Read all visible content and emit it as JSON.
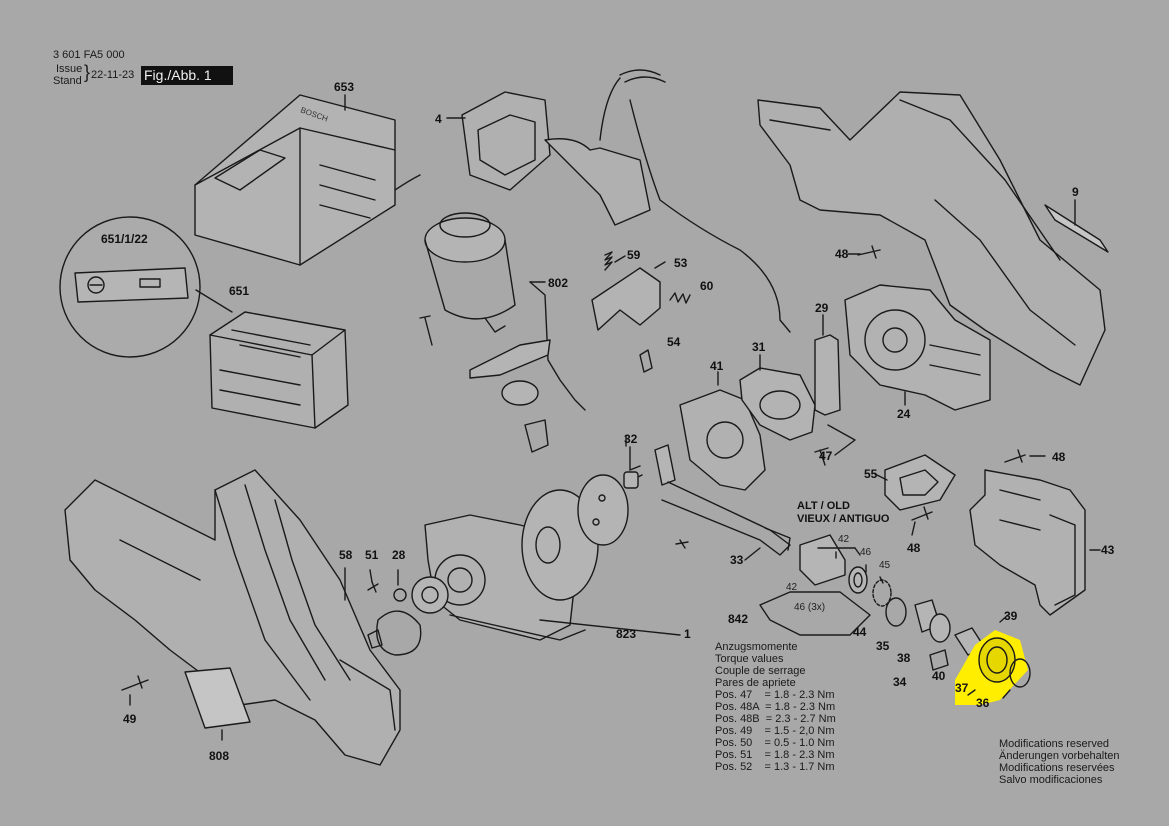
{
  "header": {
    "doc_number": "3 601 FA5 000",
    "issue_label": "Issue",
    "stand_label": "Stand",
    "date": "22-11-23",
    "figure_label": "Fig./Abb. 1"
  },
  "callouts": {
    "p653": "653",
    "p4": "4",
    "p9": "9",
    "p651_1_22": "651/1/22",
    "p651": "651",
    "p802": "802",
    "p59": "59",
    "p53": "53",
    "p60": "60",
    "p54": "54",
    "p48_top": "48",
    "p29": "29",
    "p41": "41",
    "p31": "31",
    "p24": "24",
    "p47": "47",
    "p32": "32",
    "p55": "55",
    "p48_right": "48",
    "p48_mid": "48",
    "p43": "43",
    "p33": "33",
    "p58": "58",
    "p51": "51",
    "p28": "28",
    "p842": "842",
    "p823": "823",
    "p1": "1",
    "p44": "44",
    "p35": "35",
    "p38": "38",
    "p39": "39",
    "p40": "40",
    "p34": "34",
    "p37": "37",
    "p36": "36",
    "p49": "49",
    "p808": "808"
  },
  "small_labels": {
    "l42_top": "42",
    "l46_top": "46",
    "l45": "45",
    "l42_bottom": "42",
    "l46_3x": "46 (3x)"
  },
  "alt_old": {
    "line1": "ALT / OLD",
    "line2": "VIEUX / ANTIGUO"
  },
  "torque": {
    "title_de": "Anzugsmomente",
    "title_en": "Torque values",
    "title_fr": "Couple de serrage",
    "title_es": "Pares de apriete",
    "rows": [
      "Pos. 47    = 1.8 - 2.3 Nm",
      "Pos. 48A  = 1.8 - 2.3 Nm",
      "Pos. 48B  = 2.3 - 2.7 Nm",
      "Pos. 49    = 1.5 - 2,0 Nm",
      "Pos. 50    = 0.5 - 1.0 Nm",
      "Pos. 51    = 1.8 - 2.3 Nm",
      "Pos. 52    = 1.3 - 1.7 Nm"
    ]
  },
  "modifications": {
    "en": "Modifications reserved",
    "de": "Änderungen vorbehalten",
    "fr": "Modifications reservées",
    "es": "Salvo modificaciones"
  },
  "charger_brand": "BOSCH",
  "colors": {
    "background": "#a8a8a8",
    "highlight": "#ffee00",
    "line": "#1a1a1a",
    "figure_box": "#111111"
  }
}
